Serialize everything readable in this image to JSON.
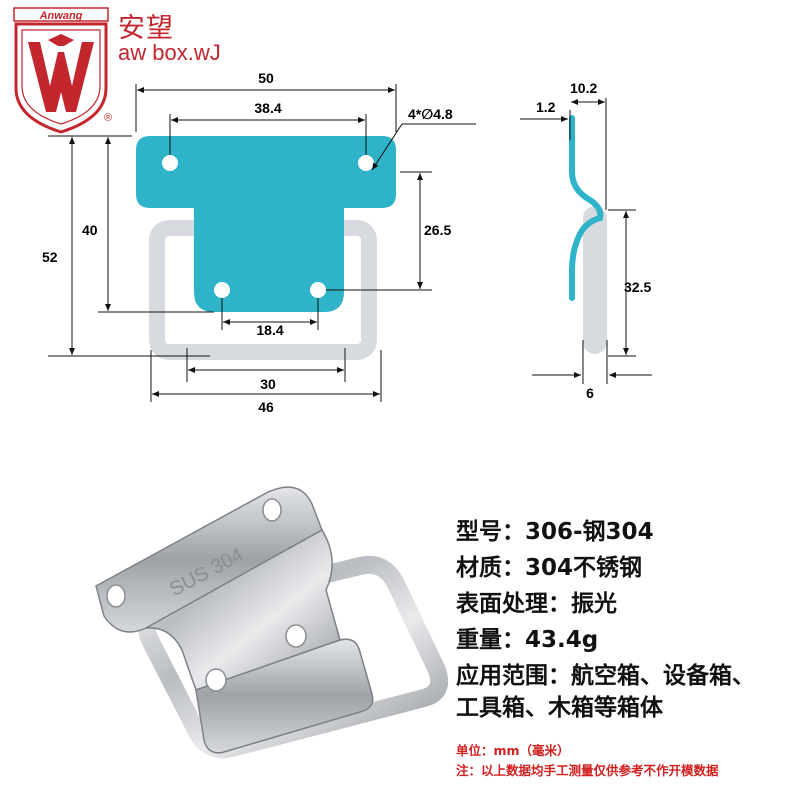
{
  "brand": {
    "logo_label": "Anwang",
    "logo_letters": "AW",
    "registered_mark": "®",
    "name_cn": "安望",
    "name_en": "aw box.wJ",
    "accent_color": "#c4262e"
  },
  "drawing": {
    "plate_color": "#2eb3c9",
    "ring_color": "#d7dbe0",
    "front_dims": {
      "top_width": "50",
      "hole_pitch_top": "38.4",
      "hole_spec": "4*∅4.8",
      "height_total": "52",
      "height_inner": "40",
      "height_right": "26.5",
      "hole_pitch_bottom": "18.4",
      "ring_inner_width": "30",
      "ring_outer_width": "46"
    },
    "side_dims": {
      "plate_thickness": "1.2",
      "depth": "10.2",
      "ring_height": "32.5",
      "ring_thickness": "6"
    }
  },
  "photo": {
    "stamp_text": "SUS 304"
  },
  "specs": [
    {
      "label": "型号：",
      "value": "306-钢304"
    },
    {
      "label": "材质：",
      "value": "304不锈钢"
    },
    {
      "label": "表面处理：",
      "value": "振光"
    },
    {
      "label": "重量：",
      "value": "43.4g"
    },
    {
      "label": "应用范围：",
      "value": "航空箱、设备箱、"
    },
    {
      "label": "",
      "value": "工具箱、木箱等箱体"
    }
  ],
  "notes": {
    "unit": "单位：mm（毫米）",
    "disclaimer": "注：以上数据均手工测量仅供参考不作开模数据"
  }
}
